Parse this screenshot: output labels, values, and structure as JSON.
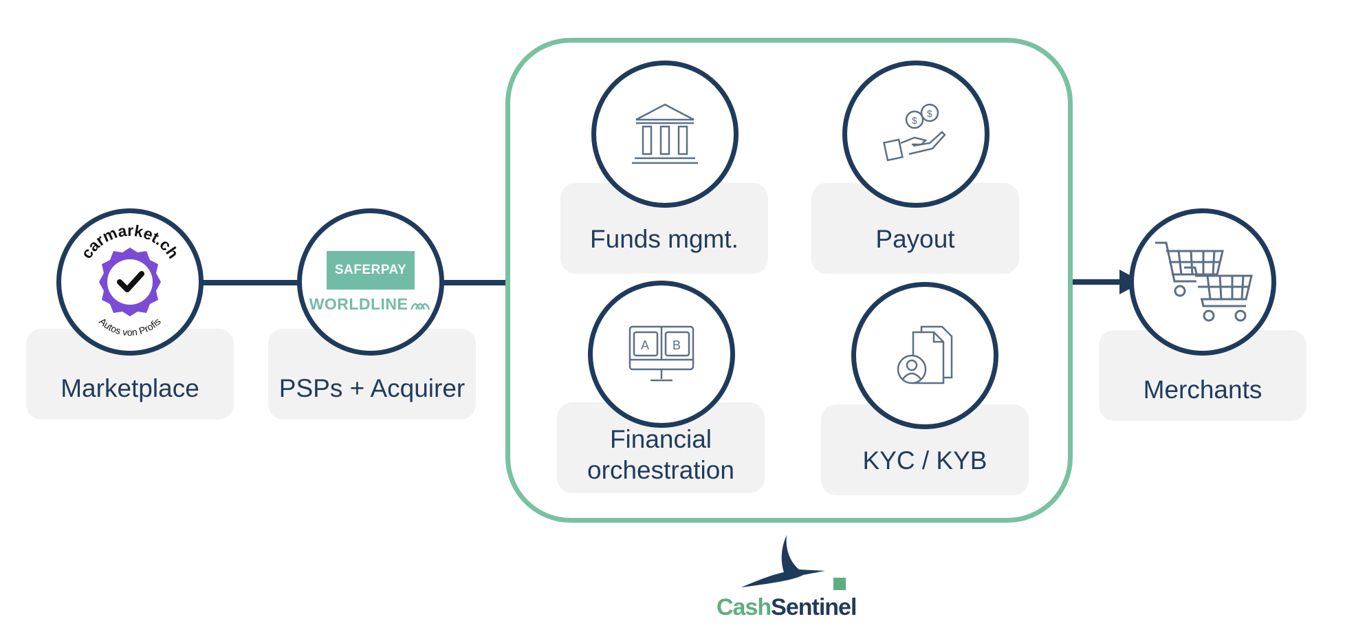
{
  "nodes": {
    "marketplace": {
      "label": "Marketplace",
      "logo_top": "carmarket.ch",
      "logo_bottom": "Autos von Profis"
    },
    "psp": {
      "label": "PSPs + Acquirer",
      "logo_top": "SAFERPAY",
      "logo_bottom": "WORLDLINE"
    },
    "merchants": {
      "label": "Merchants"
    }
  },
  "services": {
    "funds": {
      "label": "Funds mgmt."
    },
    "payout": {
      "label": "Payout"
    },
    "financial": {
      "label_line1": "Financial",
      "label_line2": "orchestration"
    },
    "kyc": {
      "label": "KYC / KYB"
    },
    "ab_icon_a": "A",
    "ab_icon_b": "B"
  },
  "brand": {
    "part1": "Cash",
    "part2": "Sentinel"
  },
  "colors": {
    "navy": "#1f3b5c",
    "green": "#78c1a1",
    "box": "#f2f2f2",
    "teal": "#72bca7",
    "purple": "#7b4bd6"
  },
  "icons": [
    "bank-icon",
    "hand-coins-icon",
    "ab-test-monitor-icon",
    "kyc-document-icon",
    "shopping-carts-icon",
    "heron-logo-icon"
  ]
}
